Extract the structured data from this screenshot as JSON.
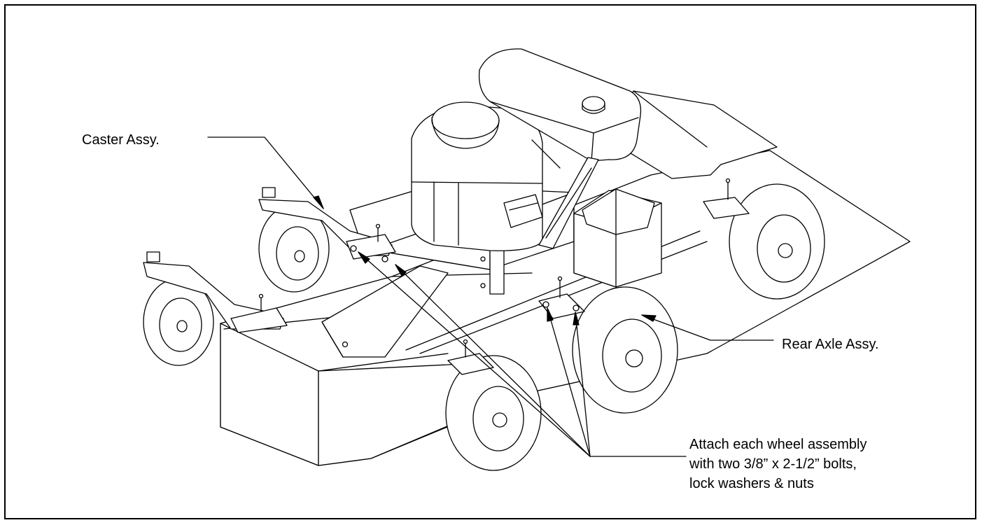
{
  "callouts": {
    "caster": "Caster Assy.",
    "rear_axle": "Rear Axle Assy.",
    "attach": [
      "Attach each wheel assembly",
      "with two 3/8” x 2-1/2” bolts,",
      "lock washers & nuts"
    ]
  },
  "colors": {
    "line": "#000000",
    "background": "#ffffff",
    "fill": "#ffffff"
  }
}
